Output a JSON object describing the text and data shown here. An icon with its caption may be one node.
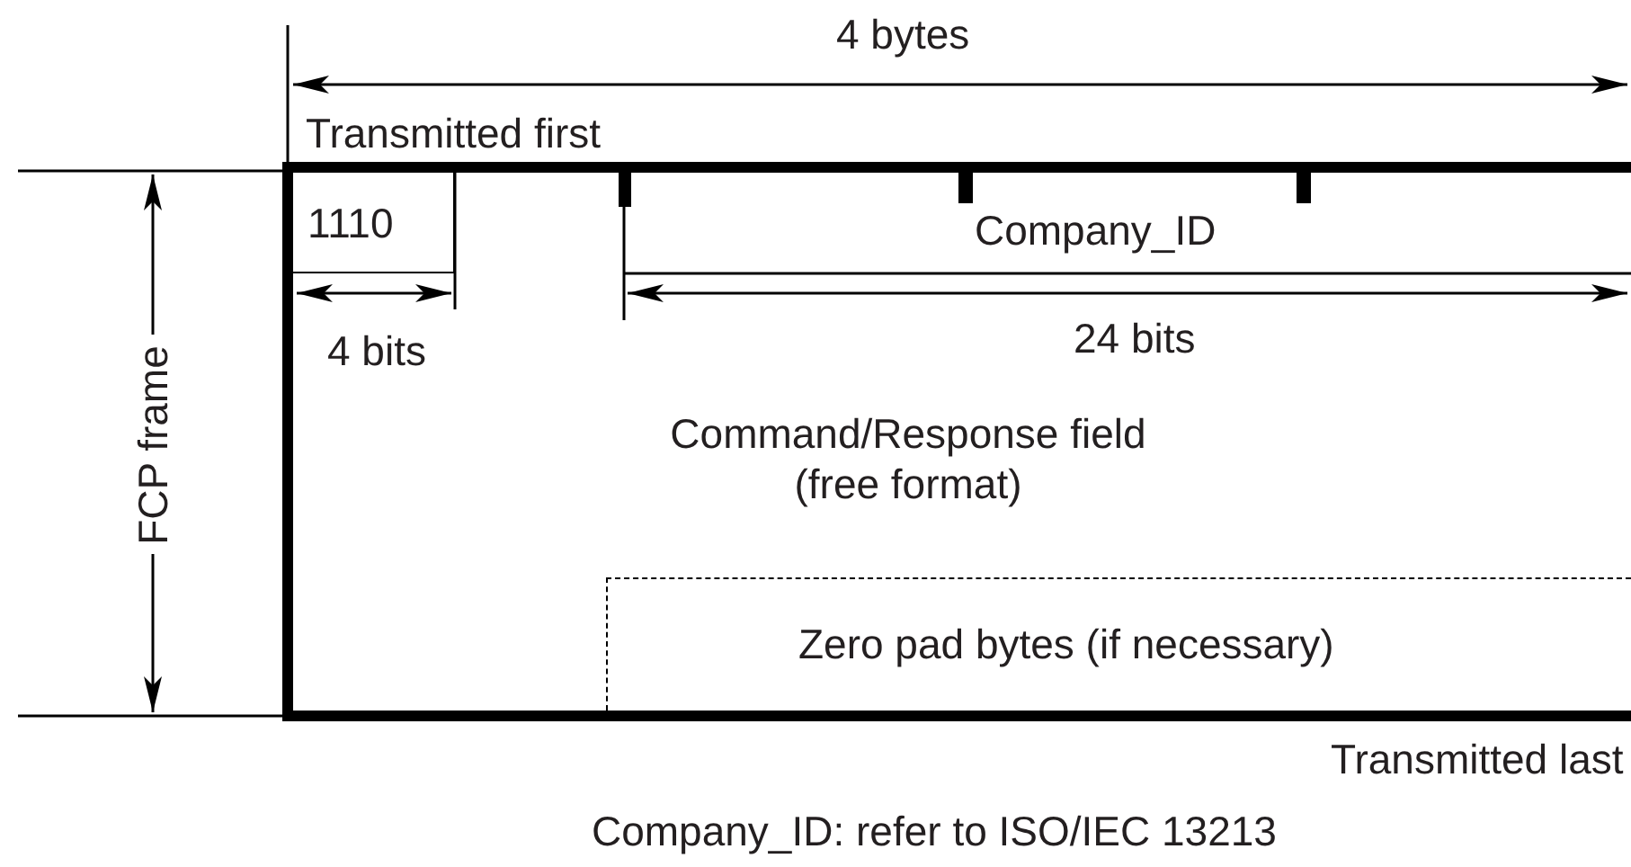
{
  "diagram": {
    "nodes": [
      {
        "text": [
          "Command/Response field (free format)"
        ]
      },
      {
        "text": [
          "1110"
        ],
        "in": 0
      },
      {
        "text": [
          "Zero pad bytes (if necessary)"
        ],
        "in": 0
      }
    ],
    "labels": [
      "4 bytes",
      "Transmitted first",
      "4 bits",
      "Company_ID",
      "24 bits",
      "FCP frame",
      "Transmitted last",
      "Company_ID: refer to ISO/IEC 13213"
    ]
  }
}
